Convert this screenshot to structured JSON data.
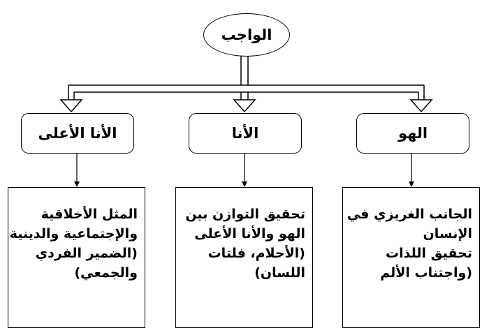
{
  "diagram": {
    "root": {
      "label": "الواجب"
    },
    "nodes": [
      {
        "id": "id",
        "label": "الهو",
        "lines": [
          "الجانب الغريزي في",
          "الإنسان",
          "تحقيق اللذات",
          "(واجتناب الألم"
        ]
      },
      {
        "id": "ego",
        "label": "الأنا",
        "lines": [
          "تحقيق التوازن بين",
          "الهو والأنا الأعلى",
          "(الأحلام، فلتات",
          "اللسان)"
        ]
      },
      {
        "id": "superego",
        "label": "الأنا الأعلى",
        "lines": [
          "المثل الأخلاقية",
          "والإجتماعية والدينية",
          "(الضمير الفردي",
          "والجمعي)"
        ]
      }
    ]
  }
}
